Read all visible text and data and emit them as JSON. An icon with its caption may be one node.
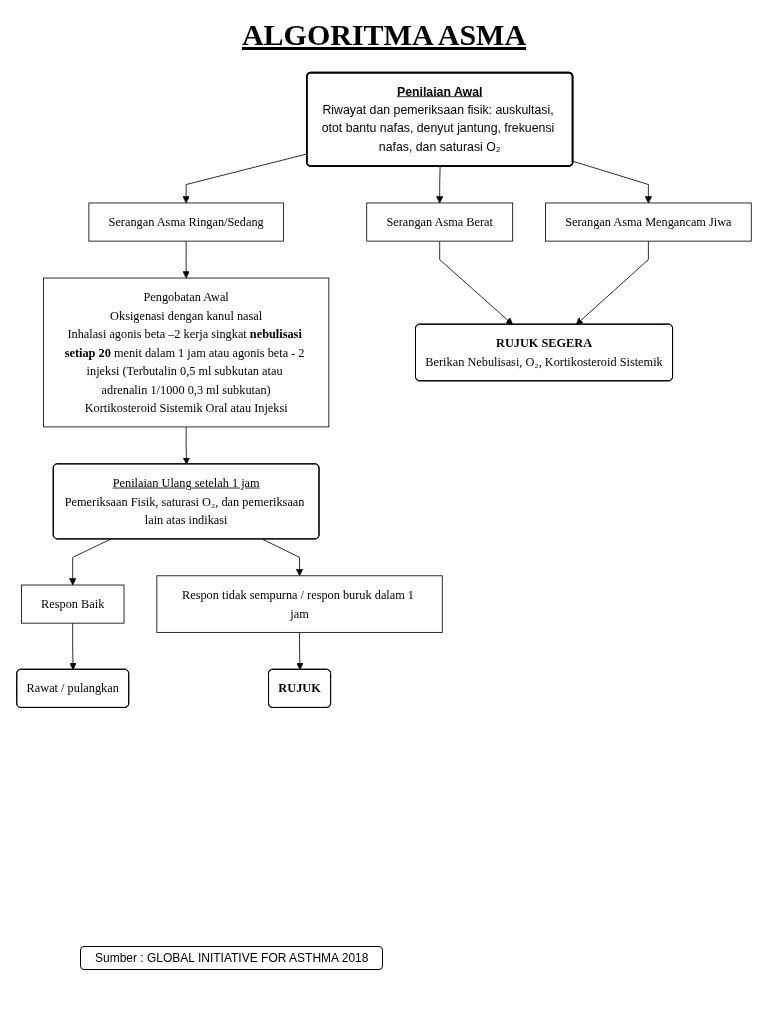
{
  "diagram": {
    "title": "ALGORITMA ASMA",
    "caption": "Sumber : GLOBAL INITIATIVE FOR ASTHMA 2018",
    "nodes": [
      {
        "text": [
          "Penilaian Awal",
          "Riwayat dan pemeriksaan fisik: auskultasi, otot bantu nafas, denyut jantung, frekuensi nafas, dan saturasi O₂"
        ]
      },
      {
        "text": [
          "Serangan Asma Ringan/Sedang"
        ]
      },
      {
        "text": [
          "Serangan Asma Berat"
        ]
      },
      {
        "text": [
          "Serangan Asma Mengancam Jiwa"
        ]
      },
      {
        "text": [
          "Pengobatan Awal",
          "Oksigenasi dengan kanul nasal",
          "Inhalasi agonis beta –2 kerja singkat **nebulisasi setiap 20** menit dalam 1 jam atau agonis beta - 2 injeksi (Terbutalin 0,5 ml subkutan atau adrenalin 1/1000 0,3 ml subkutan)",
          "Kortikosteroid Sistemik Oral atau Injeksi"
        ]
      },
      {
        "text": [
          "Penilaian Ulang setelah 1 jam",
          "Pemeriksaan Fisik, saturasi O₂, dan pemeriksaan lain atas indikasi"
        ]
      },
      {
        "text": [
          "RUJUK SEGERA",
          "Berikan Nebulisasi, O₂, Kortikosteroid Sistemik"
        ]
      },
      {
        "text": [
          "Respon Baik"
        ]
      },
      {
        "text": [
          "Respon tidak sempurna / respon buruk dalam 1 jam"
        ]
      },
      {
        "text": [
          "Rawat / pulangkan"
        ]
      },
      {
        "text": [
          "RUJUK"
        ]
      }
    ],
    "edges": [
      {
        "from": 0,
        "to": 1,
        "arrow": "to"
      },
      {
        "from": 0,
        "to": 2,
        "arrow": "to"
      },
      {
        "from": 0,
        "to": 3,
        "arrow": "to"
      },
      {
        "from": 1,
        "to": 4,
        "arrow": "to"
      },
      {
        "from": 2,
        "to": 6,
        "arrow": "to"
      },
      {
        "from": 3,
        "to": 6,
        "arrow": "to"
      },
      {
        "from": 4,
        "to": 5,
        "arrow": "to"
      },
      {
        "from": 5,
        "to": 7,
        "arrow": "to"
      },
      {
        "from": 5,
        "to": 8,
        "arrow": "to"
      },
      {
        "from": 7,
        "to": 9,
        "arrow": "to"
      },
      {
        "from": 8,
        "to": 10,
        "arrow": "to"
      }
    ]
  }
}
